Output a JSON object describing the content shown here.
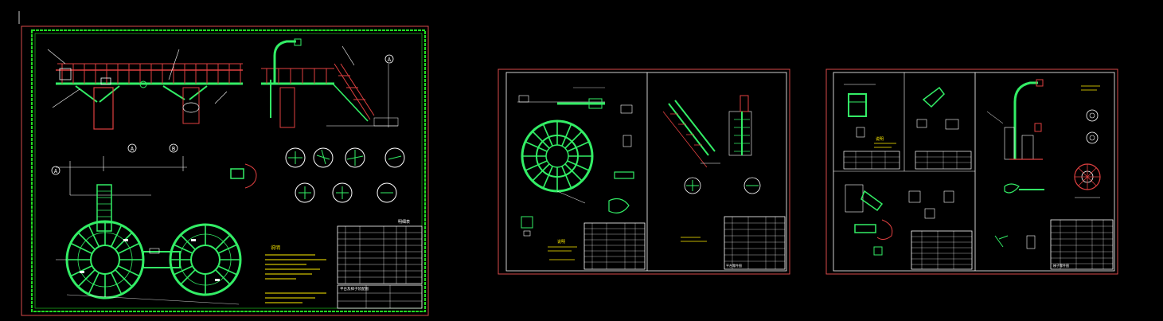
{
  "colors": {
    "background": "#000000",
    "sheet_border": "#d94a4a",
    "frame_green": "#22dd22",
    "structure": "#33ee66",
    "railing": "#e04040",
    "dimension": "#ffffff",
    "note_text": "#ffee00",
    "cyan": "#22dddd",
    "magenta": "#ff44ff"
  },
  "sheet1": {
    "grid_labels": [
      "A",
      "A",
      "A",
      "B"
    ],
    "note_title": "说明",
    "table_title": "明细表",
    "title_block": "平台及梯子装配图"
  },
  "sheet2": {
    "note_title": "说明",
    "title_block": "平台零件图"
  },
  "sheet3": {
    "note_title": "说明",
    "title_block": "梯子零件图"
  }
}
